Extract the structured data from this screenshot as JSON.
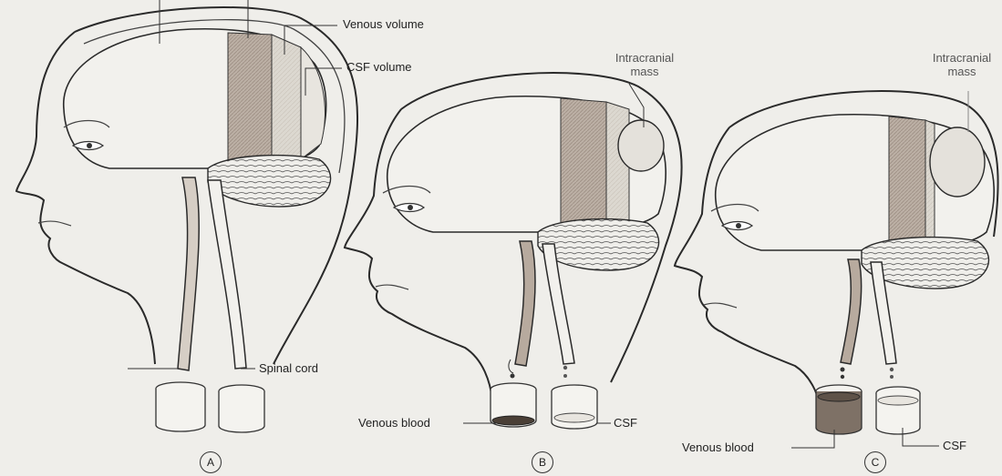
{
  "labels": {
    "venous_volume": "Venous volume",
    "csf_volume": "CSF volume",
    "spinal_cord": "Spinal cord",
    "intracranial_mass_b": "Intracranial mass",
    "intracranial_mass_c": "Intracranial mass",
    "venous_blood_b": "Venous blood",
    "venous_blood_c": "Venous blood",
    "csf_b": "CSF",
    "csf_c": "CSF"
  },
  "panels": [
    "A",
    "B",
    "C"
  ],
  "colors": {
    "ink": "#2a2a2a",
    "venous_shade": "#b9ada2",
    "csf_shade": "#dedad3",
    "mass_fill": "#e4e1db",
    "paper": "#efeeea"
  }
}
